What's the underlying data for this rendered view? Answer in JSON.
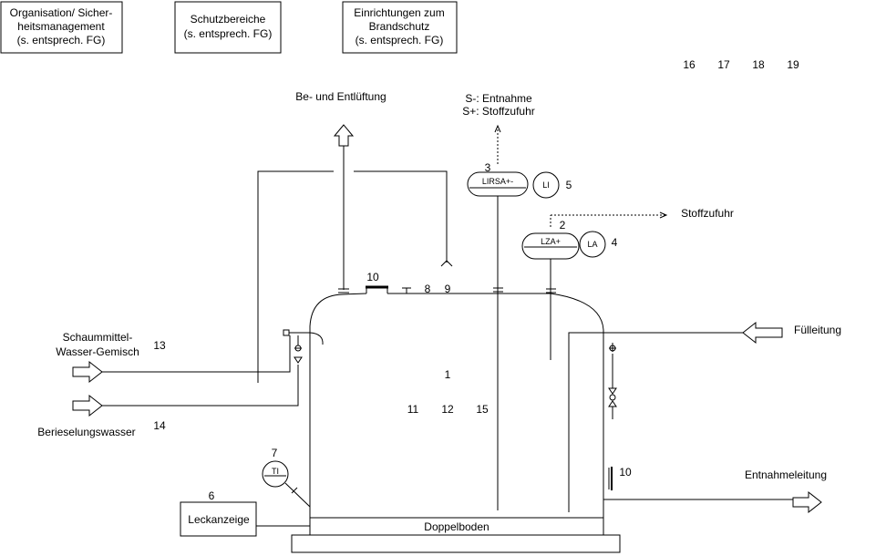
{
  "header_boxes": {
    "organisation": [
      "Organisation/ Sicher-",
      "heitsmanagement",
      "(s. entsprech. FG)"
    ],
    "schutzbereiche": [
      "Schutzbereiche",
      "(s. entsprech. FG)"
    ],
    "brandschutz": [
      "Einrichtungen zum",
      "Brandschutz",
      "(s. entsprech. FG)"
    ]
  },
  "top_numbers": [
    "16",
    "17",
    "18",
    "19"
  ],
  "labels": {
    "vent": "Be- und Entlüftung",
    "s_minus": "S-: Entnahme",
    "s_plus": "S+: Stoffzufuhr",
    "stoffzufuhr": "Stoffzufuhr",
    "fuellleitung": "Fülleitung",
    "entnahmeleitung": "Entnahmeleitung",
    "schaum_1": "Schaummittel-",
    "schaum_2": "Wasser-Gemisch",
    "berieselung": "Berieselungswasser",
    "leckanzeige": "Leckanzeige",
    "doppelboden": "Doppelboden"
  },
  "instruments": {
    "lirsa": "LIRSA+-",
    "li": "LI",
    "lza": "LZA+",
    "la": "LA",
    "ti": "TI"
  },
  "numbers": {
    "n1": "1",
    "n2": "2",
    "n3": "3",
    "n4": "4",
    "n5": "5",
    "n6": "6",
    "n7": "7",
    "n8": "8",
    "n9": "9",
    "n10_top": "10",
    "n10_side": "10",
    "n11": "11",
    "n12": "12",
    "n13": "13",
    "n14": "14",
    "n15": "15"
  }
}
